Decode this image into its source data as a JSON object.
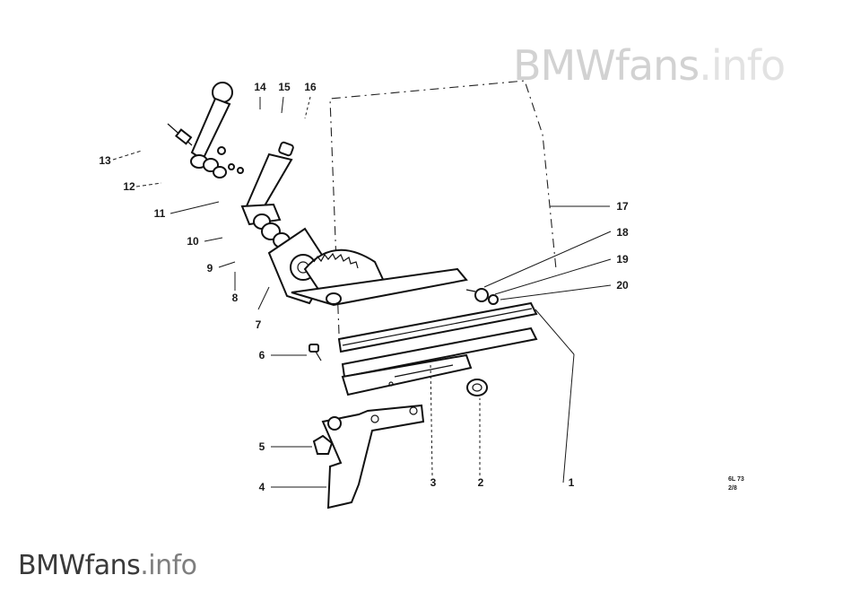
{
  "watermark_top": {
    "brand": "BMWfans",
    "suffix": ".info"
  },
  "watermark_bottom": {
    "brand": "BMWfans",
    "suffix": ".info"
  },
  "diagram_code": {
    "line1": "6L 73",
    "line2": "2/8"
  },
  "callouts": {
    "c1": "1",
    "c2": "2",
    "c3": "3",
    "c4": "4",
    "c5": "5",
    "c6": "6",
    "c7": "7",
    "c8": "8",
    "c9": "9",
    "c10": "10",
    "c11": "11",
    "c12": "12",
    "c13": "13",
    "c14": "14",
    "c15": "15",
    "c16": "16",
    "c17": "17",
    "c18": "18",
    "c19": "19",
    "c20": "20"
  },
  "colors": {
    "line": "#1a1a1a",
    "watermark": "#d2d2d2",
    "background": "#ffffff"
  }
}
